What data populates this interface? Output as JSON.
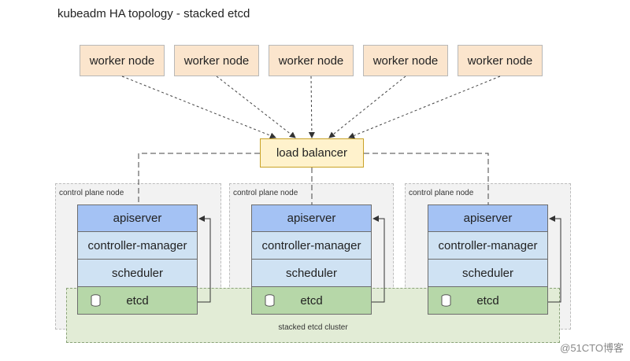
{
  "title": "kubeadm HA topology - stacked etcd",
  "worker_nodes": [
    {
      "label": "worker node"
    },
    {
      "label": "worker node"
    },
    {
      "label": "worker node"
    },
    {
      "label": "worker node"
    },
    {
      "label": "worker node"
    }
  ],
  "load_balancer": {
    "label": "load balancer"
  },
  "control_plane_nodes": [
    {
      "label": "control plane node",
      "components": {
        "apiserver": "apiserver",
        "controller_manager": "controller-manager",
        "scheduler": "scheduler",
        "etcd": "etcd"
      }
    },
    {
      "label": "control plane node",
      "components": {
        "apiserver": "apiserver",
        "controller_manager": "controller-manager",
        "scheduler": "scheduler",
        "etcd": "etcd"
      }
    },
    {
      "label": "control plane node",
      "components": {
        "apiserver": "apiserver",
        "controller_manager": "controller-manager",
        "scheduler": "scheduler",
        "etcd": "etcd"
      }
    }
  ],
  "etcd_cluster": {
    "label": "stacked etcd cluster"
  },
  "watermark": "@51CTO博客",
  "colors": {
    "worker_fill": "#fbe5cd",
    "load_balancer_fill": "#fff2cc",
    "apiserver_fill": "#a4c2f4",
    "component_fill": "#cfe2f3",
    "etcd_fill": "#b6d7a8",
    "cluster_fill": "#e2ecd6"
  }
}
